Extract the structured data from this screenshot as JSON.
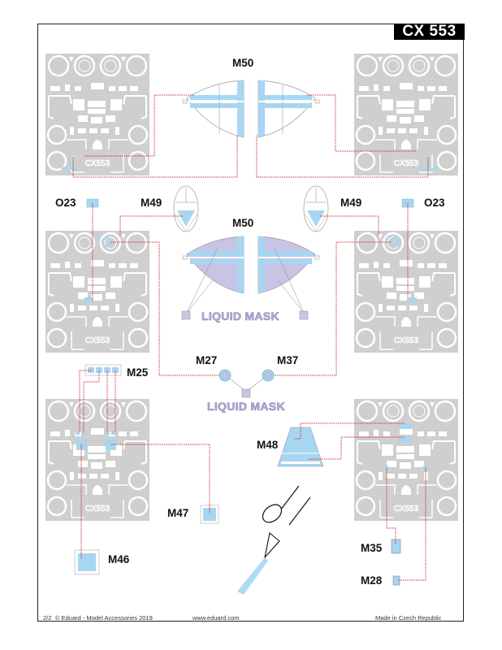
{
  "header": {
    "product_code": "CX 553"
  },
  "colors": {
    "mask_blue": "#a6d6f2",
    "liquid_purple": "#c8c4e6",
    "sheet_gray": "#cfcfcf",
    "leader_red": "#d8262b"
  },
  "parts": [
    {
      "id": "m50-top",
      "label": "M50"
    },
    {
      "id": "m50-liquid",
      "label": "M50"
    },
    {
      "id": "o23-left",
      "label": "O23"
    },
    {
      "id": "o23-right",
      "label": "O23"
    },
    {
      "id": "m49-left",
      "label": "M49"
    },
    {
      "id": "m49-right",
      "label": "M49"
    },
    {
      "id": "m27",
      "label": "M27"
    },
    {
      "id": "m37",
      "label": "M37"
    },
    {
      "id": "m25",
      "label": "M25"
    },
    {
      "id": "m48",
      "label": "M48"
    },
    {
      "id": "m47",
      "label": "M47"
    },
    {
      "id": "m46",
      "label": "M46"
    },
    {
      "id": "m35",
      "label": "M35"
    },
    {
      "id": "m28",
      "label": "M28"
    }
  ],
  "annotations": {
    "liquid_mask_1": "LIQUID MASK",
    "liquid_mask_2": "LIQUID MASK",
    "sheet_text": "CX553"
  },
  "footer": {
    "page": "2/2",
    "copyright": "© Eduard - Model Accessories 2019",
    "website": "www.eduard.com",
    "origin": "Made in Czech Republic"
  }
}
